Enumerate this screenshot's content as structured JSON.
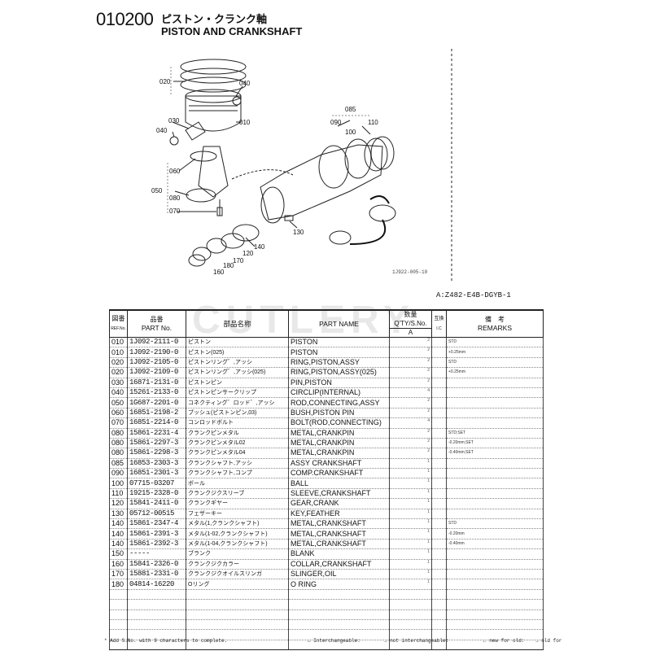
{
  "header": {
    "code": "010200",
    "title_jp": "ピストン・クランク軸",
    "title_en": "PISTON AND CRANKSHAFT"
  },
  "diagram": {
    "figure_no": "1J922-005-10",
    "model_note": "A:Z482-E4B-DGYB-1",
    "labels": [
      "020",
      "040",
      "030",
      "040",
      "010",
      "085",
      "090",
      "100",
      "110",
      "060",
      "050",
      "080",
      "070",
      "130",
      "140",
      "120",
      "170",
      "180",
      "160"
    ]
  },
  "watermark": "CUTLERY",
  "table": {
    "headers": {
      "ref_jp": "図番",
      "ref_en": "REF.No.",
      "part_jp": "品番",
      "part_en": "PART No.",
      "name_jp": "部品名称",
      "name_en": "PART NAME",
      "qty_jp": "数量",
      "qty_en": "Q'TY/S.No.",
      "qty_col": "A",
      "ic_jp": "互換",
      "ic_en": "I.C",
      "rem_jp": "備　考",
      "rem_en": "REMARKS"
    },
    "rows": [
      {
        "ref": "010",
        "part": "1J092-2111-0",
        "jp": "ピストン",
        "name": "PISTON",
        "qty": "2",
        "rem": "STD"
      },
      {
        "ref": "010",
        "part": "1J092-2190-0",
        "jp": "ピストン(025)",
        "name": "PISTON",
        "qty": "2",
        "rem": "+0.25mm"
      },
      {
        "ref": "020",
        "part": "1J092-2105-0",
        "jp": "ピストンリング゛,アッシ",
        "name": "RING,PISTON,ASSY",
        "qty": "2",
        "rem": "STD"
      },
      {
        "ref": "020",
        "part": "1J092-2109-0",
        "jp": "ピストンリング゛,アッシ(025)",
        "name": "RING,PISTON,ASSY(025)",
        "qty": "2",
        "rem": "+0.25mm"
      },
      {
        "ref": "030",
        "part": "16871-2131-0",
        "jp": "ピストンピン",
        "name": "PIN,PISTON",
        "qty": "2",
        "rem": ""
      },
      {
        "ref": "040",
        "part": "15261-2133-0",
        "jp": "ピストンピンサークリップ",
        "name": "CIRCLIP(INTERNAL)",
        "qty": "4",
        "rem": ""
      },
      {
        "ref": "050",
        "part": "1G687-2201-0",
        "jp": "コネクティング゛ロッド゛,アッシ",
        "name": "ROD,CONNECTING,ASSY",
        "qty": "2",
        "rem": ""
      },
      {
        "ref": "060",
        "part": "16851-2198-2",
        "jp": "ブッシュ(ピストンピン,03)",
        "name": "BUSH,PISTON PIN",
        "qty": "2",
        "rem": ""
      },
      {
        "ref": "070",
        "part": "16851-2214-0",
        "jp": "コンロッドボルト",
        "name": "BOLT(ROD,CONNECTING)",
        "qty": "4",
        "rem": ""
      },
      {
        "ref": "080",
        "part": "15861-2231-4",
        "jp": "クランクピンメタル",
        "name": "METAL,CRANKPIN",
        "qty": "2",
        "rem": "STD;SET"
      },
      {
        "ref": "080",
        "part": "15861-2297-3",
        "jp": "クランクピンメタル02",
        "name": "METAL,CRANKPIN",
        "qty": "2",
        "rem": "-0.20mm;SET"
      },
      {
        "ref": "080",
        "part": "15861-2298-3",
        "jp": "クランクピンメタル04",
        "name": "METAL,CRANKPIN",
        "qty": "2",
        "rem": "-0.40mm;SET"
      },
      {
        "ref": "085",
        "part": "16853-2303-3",
        "jp": "クランクシャフト,アッシ",
        "name": "ASSY CRANKSHAFT",
        "qty": "1",
        "rem": ""
      },
      {
        "ref": "090",
        "part": "16851-2301-3",
        "jp": "クランクシャフト,コンプ",
        "name": "COMP.CRANKSHAFT",
        "qty": "1",
        "rem": ""
      },
      {
        "ref": "100",
        "part": "07715-03207",
        "jp": "ボール",
        "name": "BALL",
        "qty": "1",
        "rem": ""
      },
      {
        "ref": "110",
        "part": "19215-2328-0",
        "jp": "クランクジクスリーブ",
        "name": "SLEEVE,CRANKSHAFT",
        "qty": "1",
        "rem": ""
      },
      {
        "ref": "120",
        "part": "15841-2411-0",
        "jp": "クランクギヤー",
        "name": "GEAR,CRANK",
        "qty": "1",
        "rem": ""
      },
      {
        "ref": "130",
        "part": "05712-00515",
        "jp": "フェザーキー",
        "name": "KEY,FEATHER",
        "qty": "1",
        "rem": ""
      },
      {
        "ref": "140",
        "part": "15861-2347-4",
        "jp": "メタル(1,クランクシャフト)",
        "name": "METAL,CRANKSHAFT",
        "qty": "1",
        "rem": "STD"
      },
      {
        "ref": "140",
        "part": "15861-2391-3",
        "jp": "メタル(1-02,クランクシャフト)",
        "name": "METAL,CRANKSHAFT",
        "qty": "1",
        "rem": "-0.20mm"
      },
      {
        "ref": "140",
        "part": "15861-2392-3",
        "jp": "メタル(1-04,クランクシャフト)",
        "name": "METAL,CRANKSHAFT",
        "qty": "1",
        "rem": "-0.40mm"
      },
      {
        "ref": "150",
        "part": "-----",
        "jp": "ブランク",
        "name": "BLANK",
        "qty": "1",
        "rem": ""
      },
      {
        "ref": "160",
        "part": "15841-2326-0",
        "jp": "クランクジクカラー",
        "name": "COLLAR,CRANKSHAFT",
        "qty": "1",
        "rem": ""
      },
      {
        "ref": "170",
        "part": "15881-2331-0",
        "jp": "クランクジクオイルスリンガ",
        "name": "SLINGER,OIL",
        "qty": "1",
        "rem": ""
      },
      {
        "ref": "180",
        "part": "04814-16220",
        "jp": "Oリング",
        "name": "O RING",
        "qty": "1",
        "rem": ""
      }
    ]
  },
  "footer": {
    "note": "* Add S.No. with 9 characters to complete.",
    "legend_interchange": "↔ Interchangeable:",
    "legend_not": "→ not interchangeable:",
    "legend_new": "← new for old:",
    "legend_old": "→ old for"
  }
}
